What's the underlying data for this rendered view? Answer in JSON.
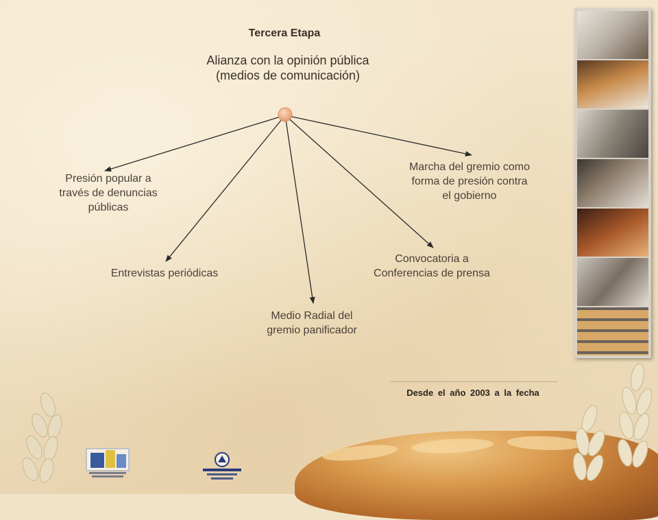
{
  "header": {
    "stage": "Tercera Etapa",
    "subtitle_line1": "Alianza con la opinión pública",
    "subtitle_line2": "(medios de comunicación)"
  },
  "branches": [
    {
      "id": "presion",
      "lines": [
        "Presión popular a",
        "través de denuncias",
        "públicas"
      ]
    },
    {
      "id": "entrevistas",
      "lines": [
        "Entrevistas periódicas"
      ]
    },
    {
      "id": "radial",
      "lines": [
        "Medio Radial del",
        "gremio panificador"
      ]
    },
    {
      "id": "conferencias",
      "lines": [
        "Convocatoria a",
        "Conferencias de prensa"
      ]
    },
    {
      "id": "marcha",
      "lines": [
        "Marcha del gremio como",
        "forma de presión contra",
        "el gobierno"
      ]
    }
  ],
  "footer": {
    "date_range": "Desde el año 2003 a la fecha"
  },
  "colors": {
    "hub": "#f2b48a",
    "arrow": "#2a2a2a",
    "text": "#4a4038"
  }
}
